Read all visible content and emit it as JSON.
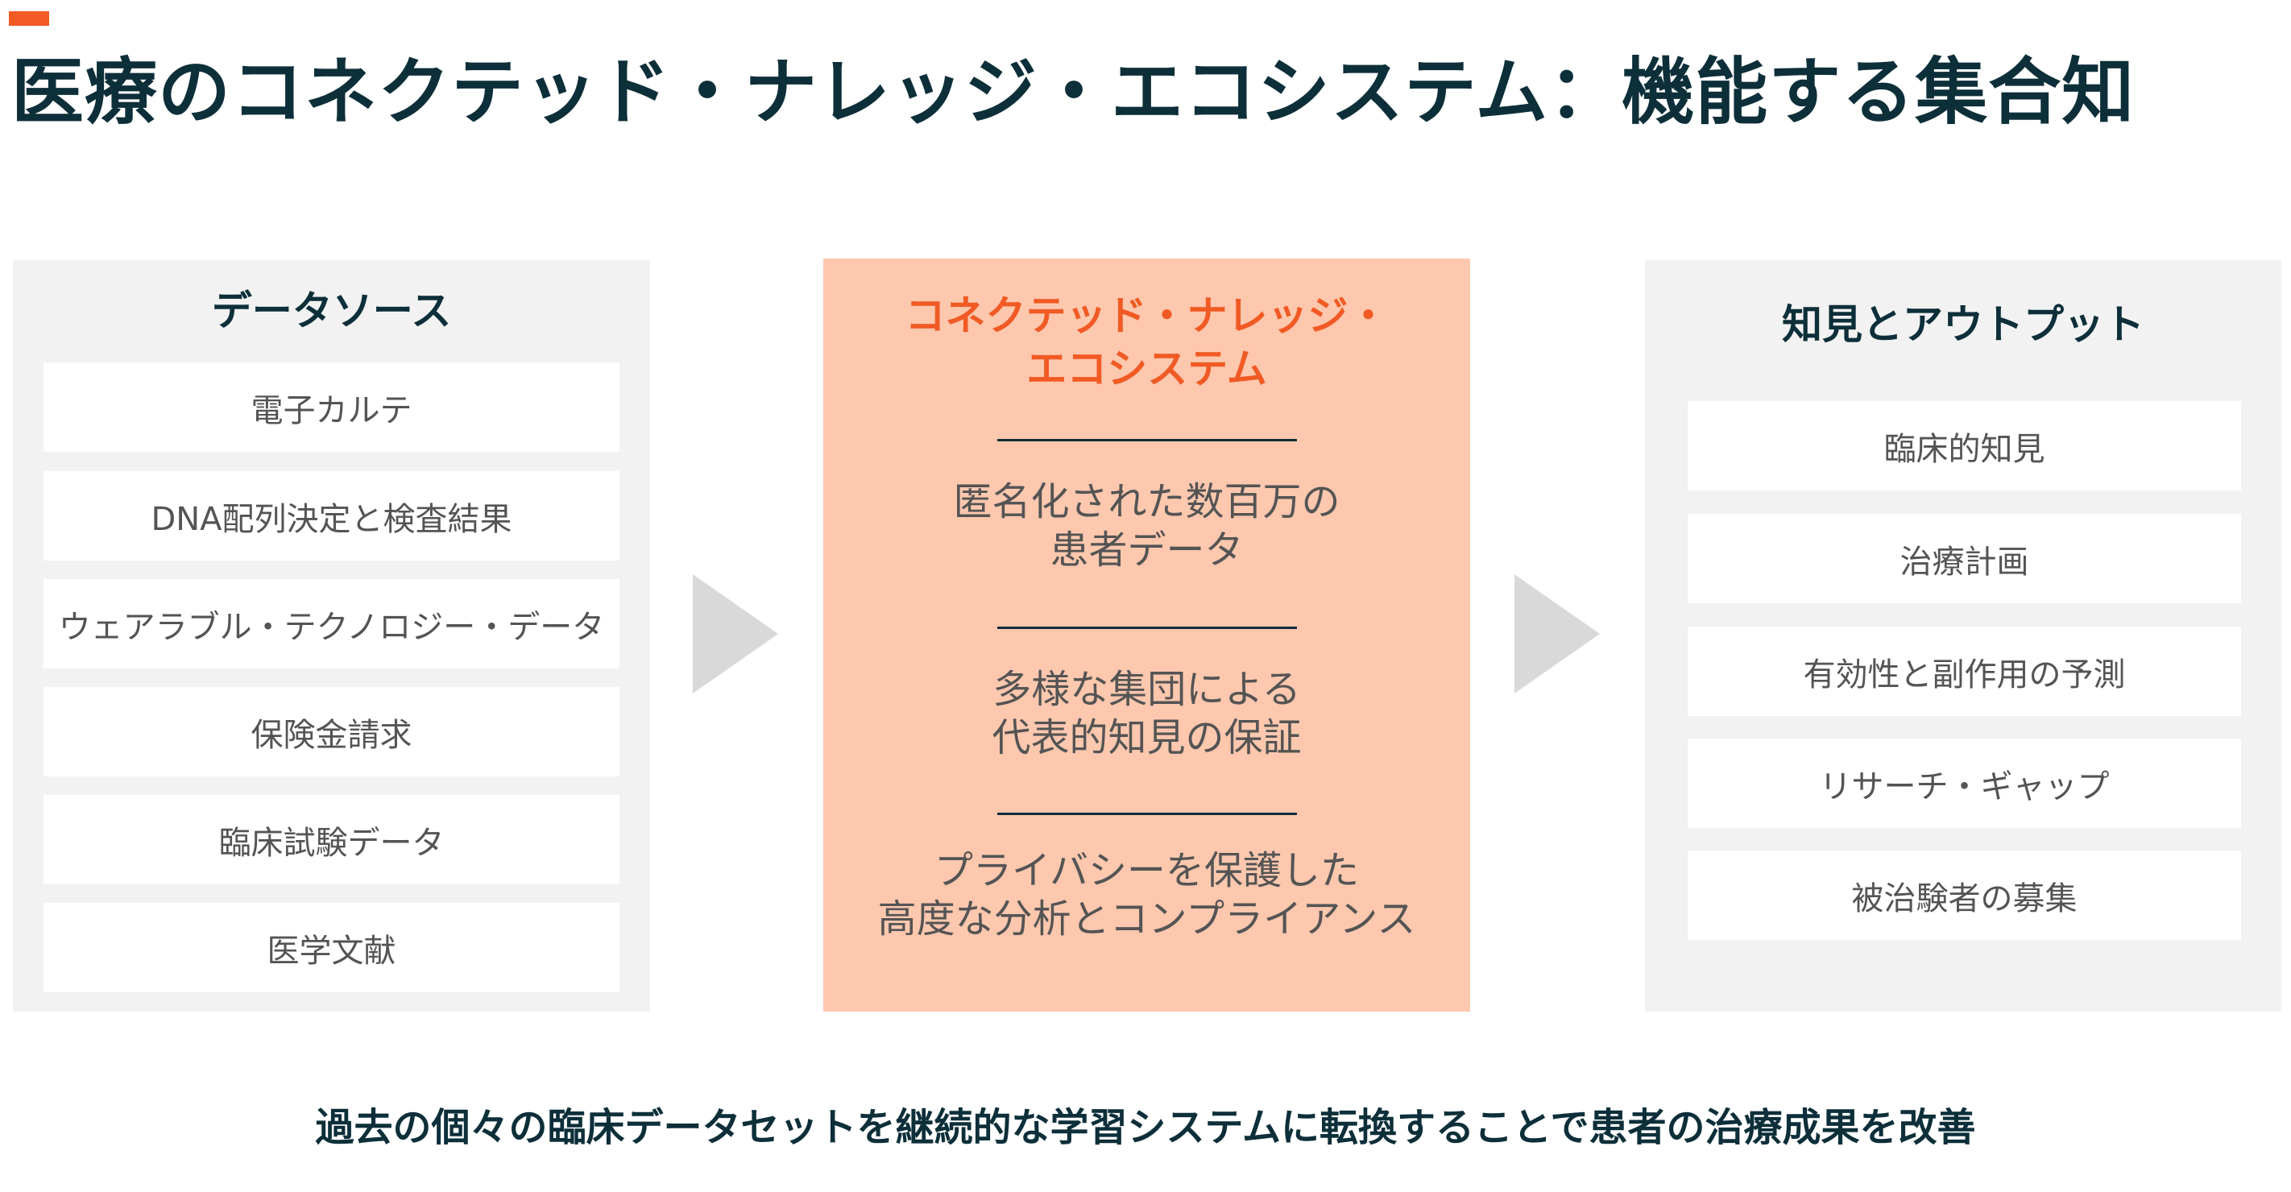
{
  "page": {
    "title": "医療のコネクテッド・ナレッジ・エコシステム：機能する集合知",
    "caption": "過去の個々の臨床データセットを継続的な学習システムに転換することで患者の治療成果を改善"
  },
  "colors": {
    "accent": "#f15a24",
    "title_text": "#0d2f3a",
    "panel_bg": "#f2f2f2",
    "center_bg": "#fdc8ae",
    "arrow": "#d9d9d9",
    "item_text": "#545454"
  },
  "data_sources": {
    "heading": "データソース",
    "items": [
      "電子カルテ",
      "DNA配列決定と検査結果",
      "ウェアラブル・テクノロジー・データ",
      "保険金請求",
      "臨床試験データ",
      "医学文献"
    ]
  },
  "ecosystem": {
    "heading": "コネクテッド・ナレッジ・\nエコシステム",
    "points": [
      "匿名化された数百万の\n患者データ",
      "多様な集団による\n代表的知見の保証",
      "プライバシーを保護した\n高度な分析とコンプライアンス"
    ]
  },
  "insights": {
    "heading": "知見とアウトプット",
    "items": [
      "臨床的知見",
      "治療計画",
      "有効性と副作用の予測",
      "リサーチ・ギャップ",
      "被治験者の募集"
    ]
  }
}
